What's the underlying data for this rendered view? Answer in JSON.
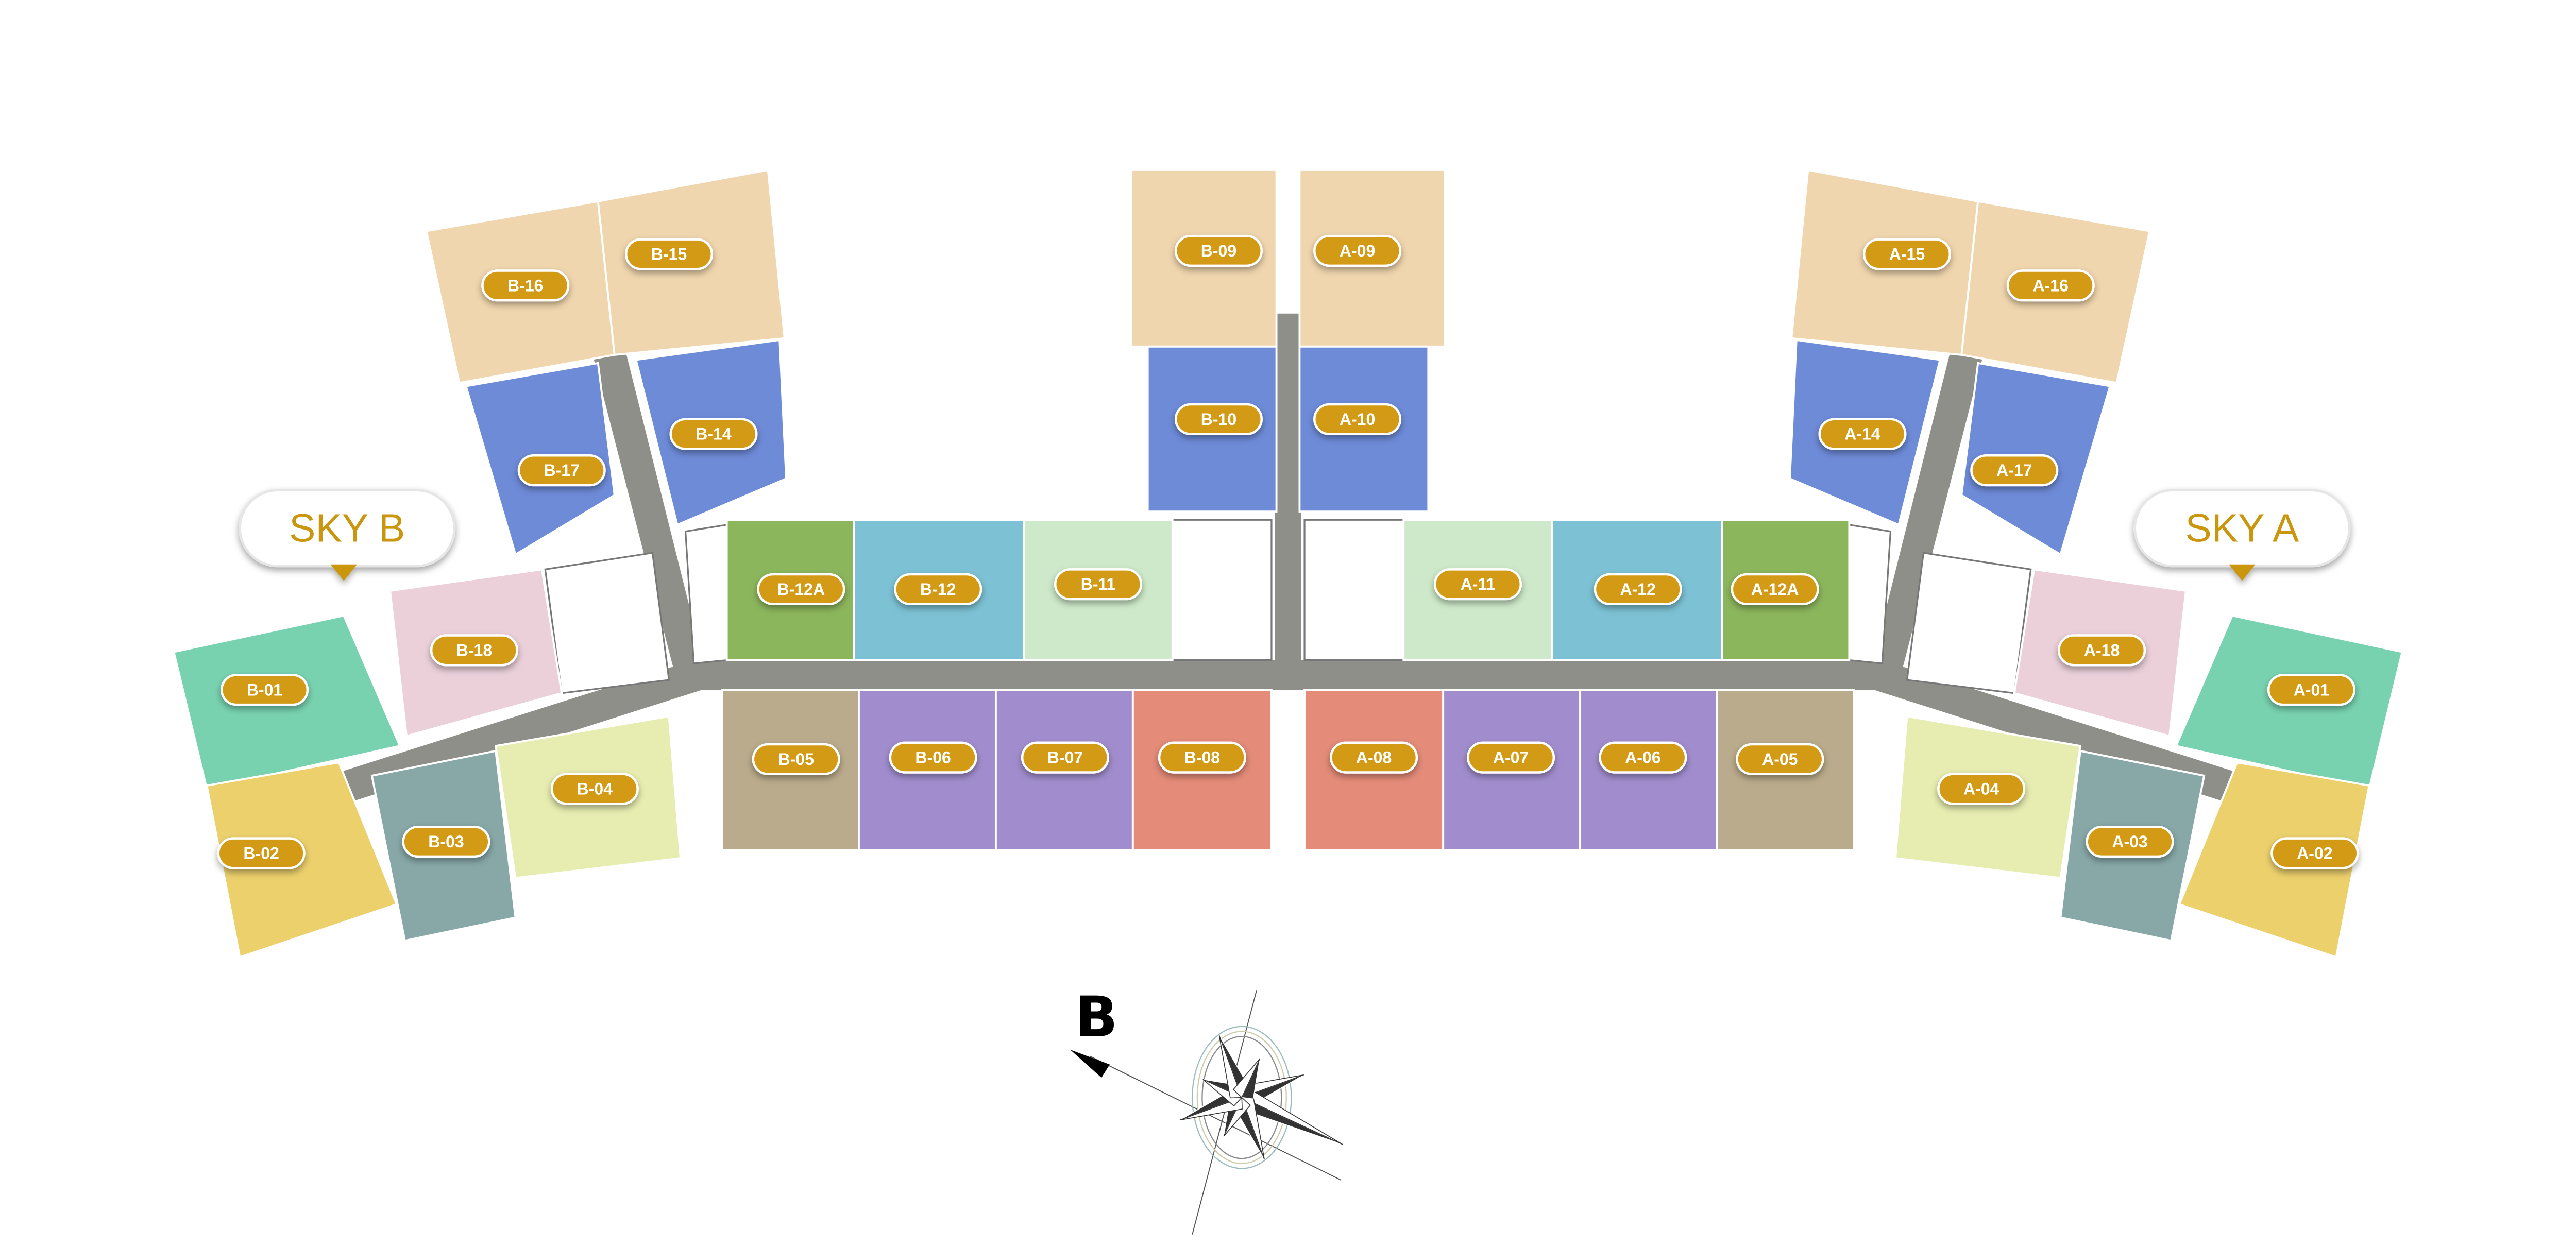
{
  "callouts": [
    {
      "id": "sky-b",
      "label": "SKY B"
    },
    {
      "id": "sky-a",
      "label": "SKY A"
    }
  ],
  "compass": {
    "letter": "B"
  },
  "colors": {
    "corridor": "#8f8f89",
    "core": "#ffffff",
    "label_fill": "#d39a12",
    "label_text": "#ffffff",
    "callout_text": "#c9960f"
  },
  "units": [
    {
      "id": "B-16",
      "color": "#f0d6ae"
    },
    {
      "id": "B-15",
      "color": "#f0d6ae"
    },
    {
      "id": "B-17",
      "color": "#6e8bd8"
    },
    {
      "id": "B-14",
      "color": "#6e8bd8"
    },
    {
      "id": "B-18",
      "color": "#ebd0da"
    },
    {
      "id": "B-01",
      "color": "#78d2b0"
    },
    {
      "id": "B-02",
      "color": "#ecd06c"
    },
    {
      "id": "B-03",
      "color": "#88a8a8"
    },
    {
      "id": "B-04",
      "color": "#e7edb0"
    },
    {
      "id": "B-12A",
      "color": "#8cb65c"
    },
    {
      "id": "B-12",
      "color": "#7cc2d4"
    },
    {
      "id": "B-11",
      "color": "#cde9c9"
    },
    {
      "id": "B-05",
      "color": "#b9ab8b"
    },
    {
      "id": "B-06",
      "color": "#a18dcd"
    },
    {
      "id": "B-07",
      "color": "#a18dcd"
    },
    {
      "id": "B-08",
      "color": "#e48b79"
    },
    {
      "id": "B-09",
      "color": "#f0d6ae"
    },
    {
      "id": "B-10",
      "color": "#6e8bd8"
    },
    {
      "id": "A-09",
      "color": "#f0d6ae"
    },
    {
      "id": "A-10",
      "color": "#6e8bd8"
    },
    {
      "id": "A-08",
      "color": "#e48b79"
    },
    {
      "id": "A-07",
      "color": "#a18dcd"
    },
    {
      "id": "A-06",
      "color": "#a18dcd"
    },
    {
      "id": "A-05",
      "color": "#b9ab8b"
    },
    {
      "id": "A-11",
      "color": "#cde9c9"
    },
    {
      "id": "A-12",
      "color": "#7cc2d4"
    },
    {
      "id": "A-12A",
      "color": "#8cb65c"
    },
    {
      "id": "A-15",
      "color": "#f0d6ae"
    },
    {
      "id": "A-16",
      "color": "#f0d6ae"
    },
    {
      "id": "A-14",
      "color": "#6e8bd8"
    },
    {
      "id": "A-17",
      "color": "#6e8bd8"
    },
    {
      "id": "A-18",
      "color": "#ebd0da"
    },
    {
      "id": "A-01",
      "color": "#78d2b0"
    },
    {
      "id": "A-02",
      "color": "#ecd06c"
    },
    {
      "id": "A-03",
      "color": "#88a8a8"
    },
    {
      "id": "A-04",
      "color": "#e7edb0"
    }
  ]
}
